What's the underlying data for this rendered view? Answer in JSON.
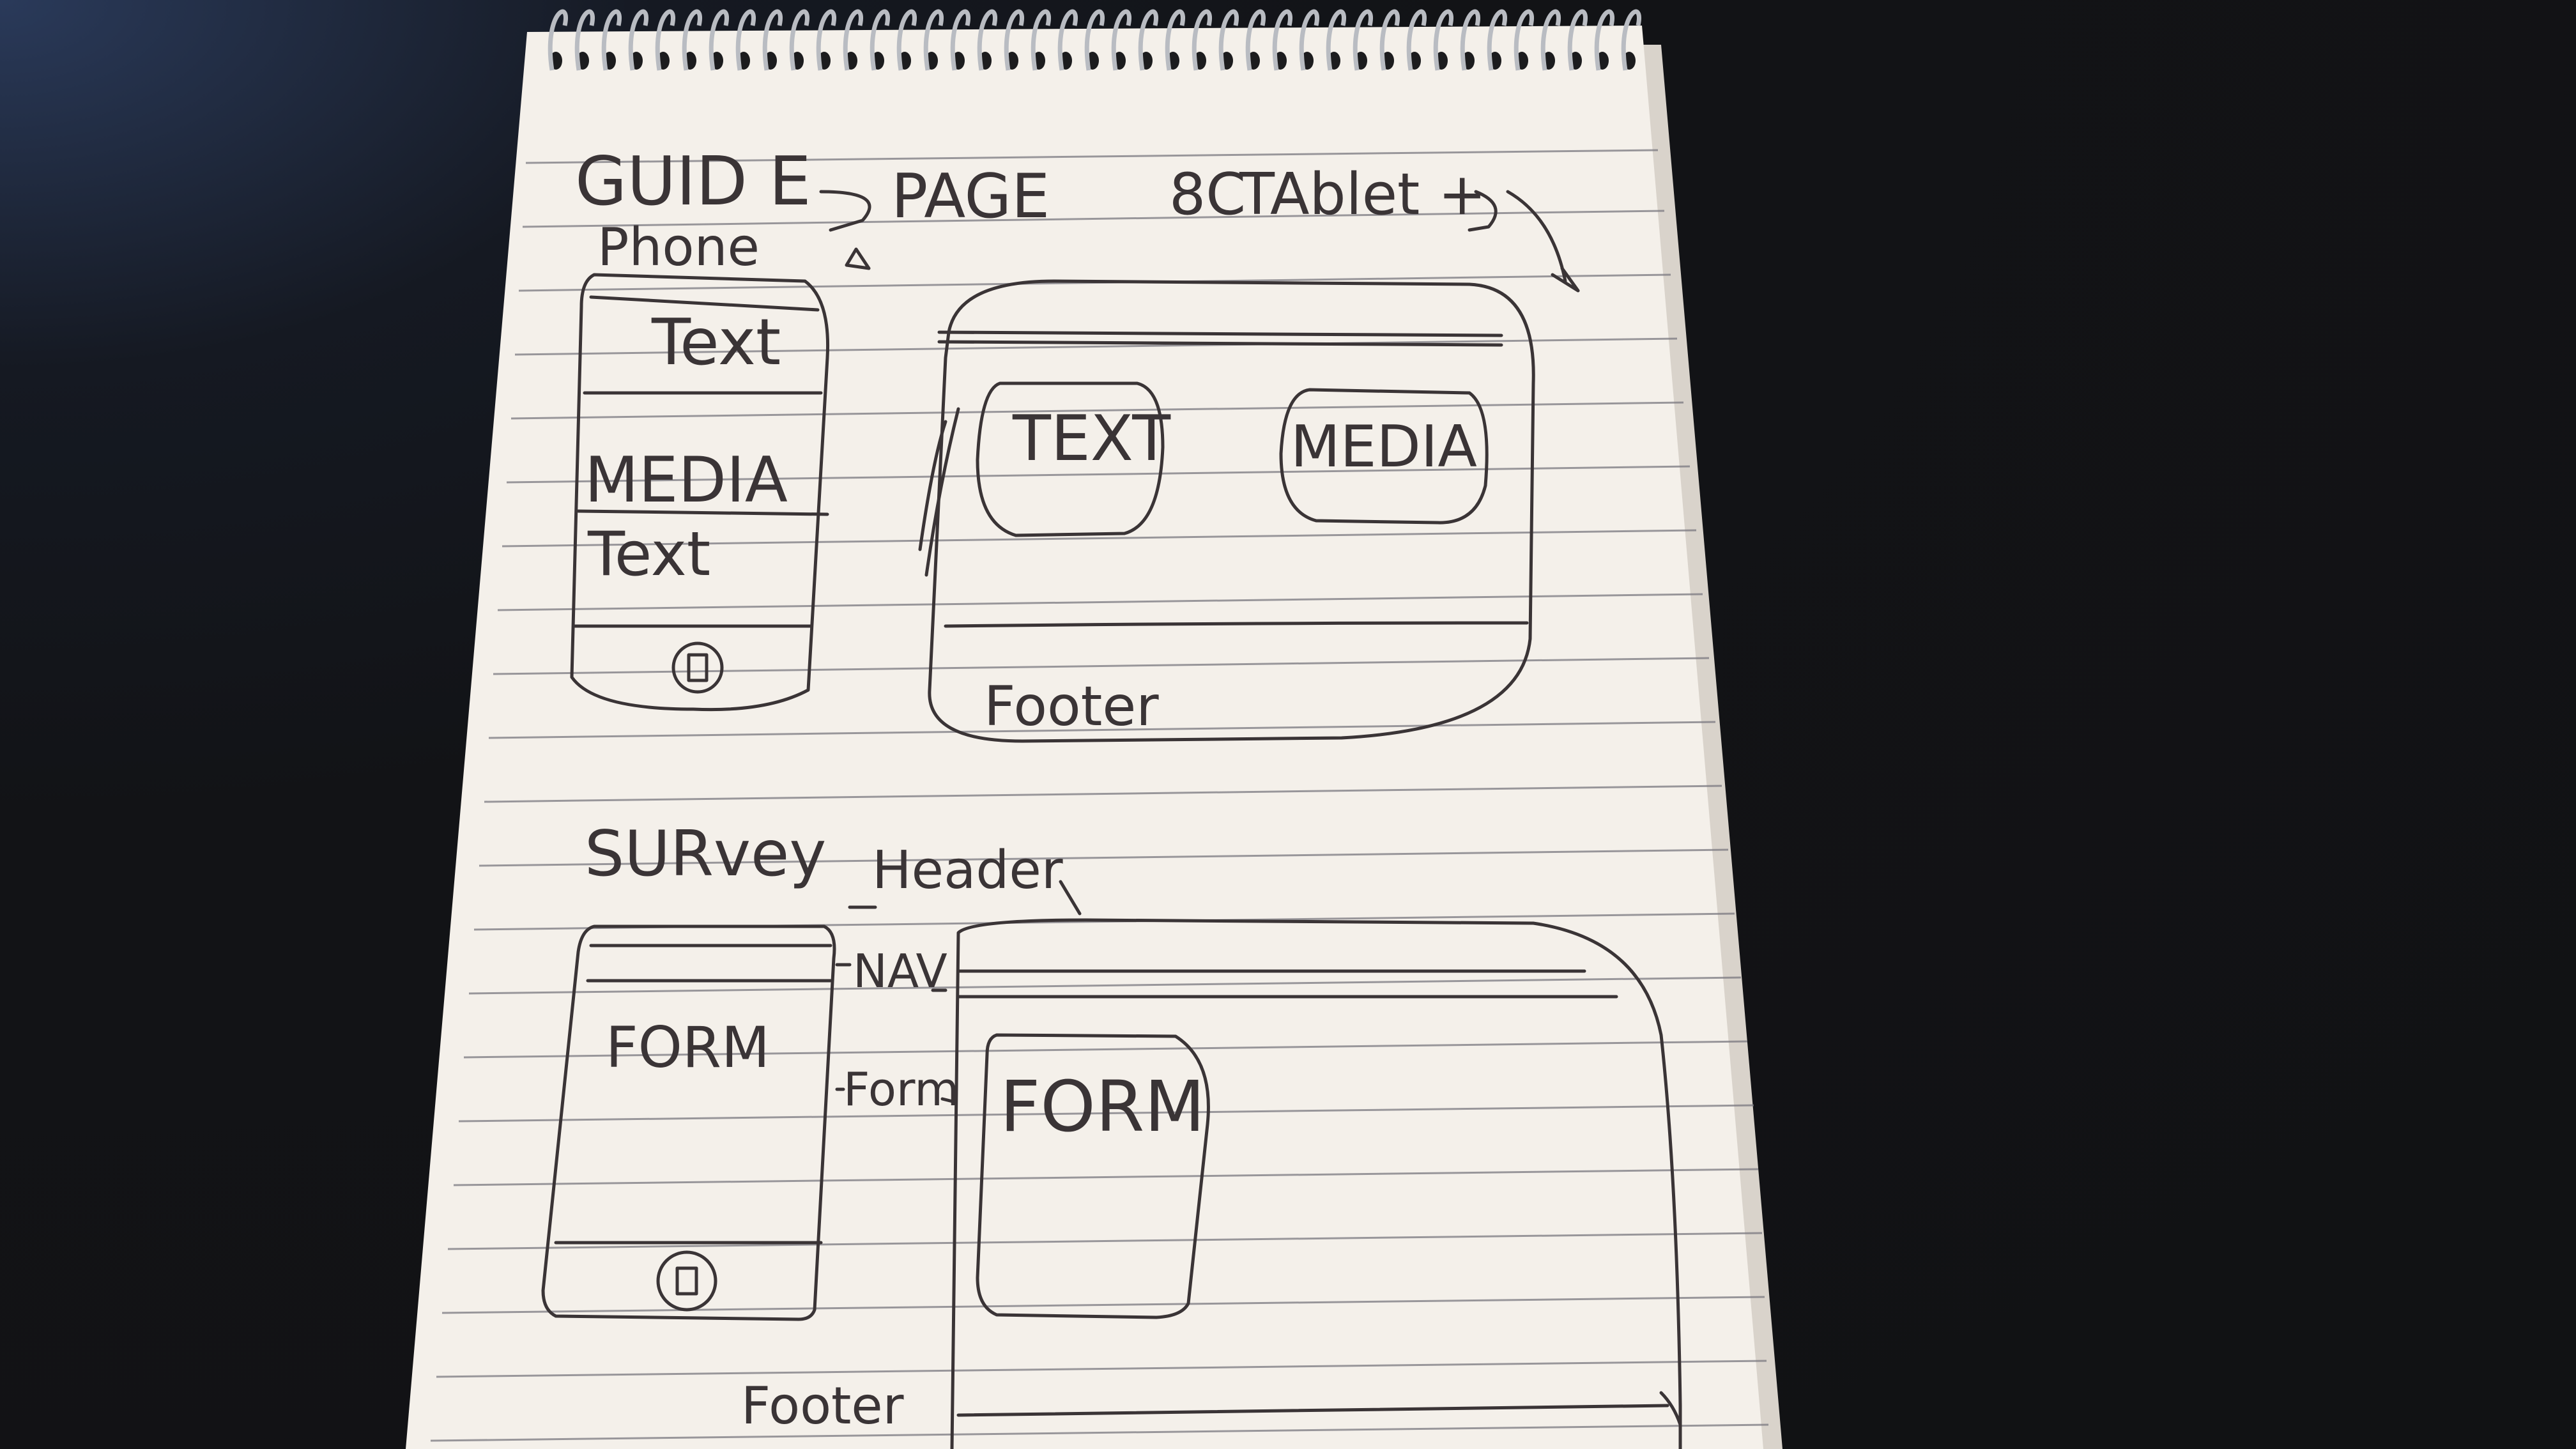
{
  "photo": {
    "subject": "hand-drawn wireframe sketch on spiral notepad",
    "colors": {
      "desk": "#111214",
      "paper": "#f4f0ea",
      "ink": "#3a3436",
      "rule": "#6b6a70",
      "spiral": "#b9bcc2"
    }
  },
  "sketch": {
    "guide": {
      "title": "GUID E",
      "page_label": "PAGE",
      "tablet_label": "TAblet +",
      "scribble": "8C",
      "phone": {
        "label": "Phone",
        "text_top": "Text",
        "media": "MEDIA",
        "text_bottom": "Text"
      },
      "tablet": {
        "text_box": "TEXT",
        "media_box": "MEDIA",
        "footer": "Footer"
      }
    },
    "survey": {
      "title": "SURvey",
      "header_note": "Header",
      "nav_note": "NAV",
      "form_note": "Form",
      "footer_note": "Footer",
      "phone": {
        "form": "FORM"
      },
      "tablet": {
        "form": "FORM"
      }
    }
  }
}
